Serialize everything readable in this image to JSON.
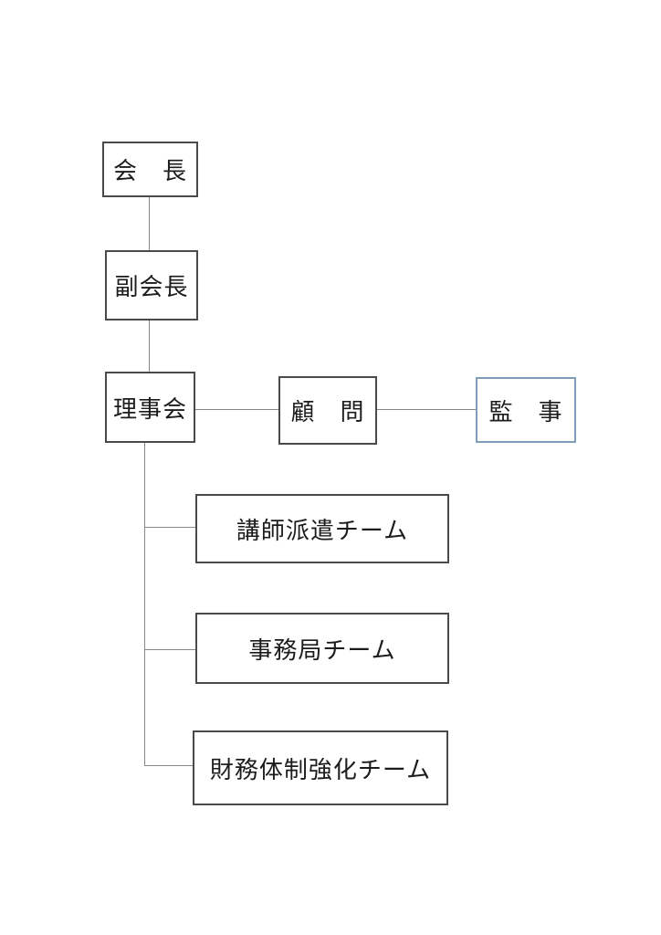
{
  "document": {
    "type": "organization-chart",
    "background": "#ffffff"
  },
  "colors": {
    "box_border": "#4a4a4a",
    "auditor_box_border": "#7f9db9",
    "connector_line": "#878787",
    "text": "#1c1c1c"
  },
  "nodes": {
    "chairman": {
      "label": "会　長"
    },
    "vice_chairman": {
      "label": "副会長"
    },
    "board": {
      "label": "理事会"
    },
    "advisor": {
      "label": "顧　問"
    },
    "auditor": {
      "label": "監　事"
    },
    "team_lecturer": {
      "label": "講師派遣チーム"
    },
    "team_secretariat": {
      "label": "事務局チーム"
    },
    "team_finance": {
      "label": "財務体制強化チーム"
    }
  },
  "edges": [
    {
      "from": "chairman",
      "to": "vice_chairman"
    },
    {
      "from": "vice_chairman",
      "to": "board"
    },
    {
      "from": "board",
      "to": "advisor"
    },
    {
      "from": "advisor",
      "to": "auditor"
    },
    {
      "from": "board",
      "to": "team_lecturer"
    },
    {
      "from": "board",
      "to": "team_secretariat"
    },
    {
      "from": "board",
      "to": "team_finance"
    }
  ]
}
